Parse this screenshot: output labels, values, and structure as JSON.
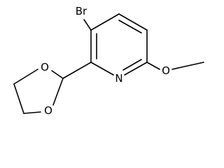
{
  "molecule": {
    "atoms": {
      "bromine": "Br",
      "ring_nitrogen": "N",
      "methoxy_oxygen": "O",
      "dioxolane_oxygen_top": "O",
      "dioxolane_oxygen_bottom": "O"
    },
    "colors": {
      "bond": "#000000",
      "label": "#000000",
      "background": "#ffffff"
    }
  }
}
